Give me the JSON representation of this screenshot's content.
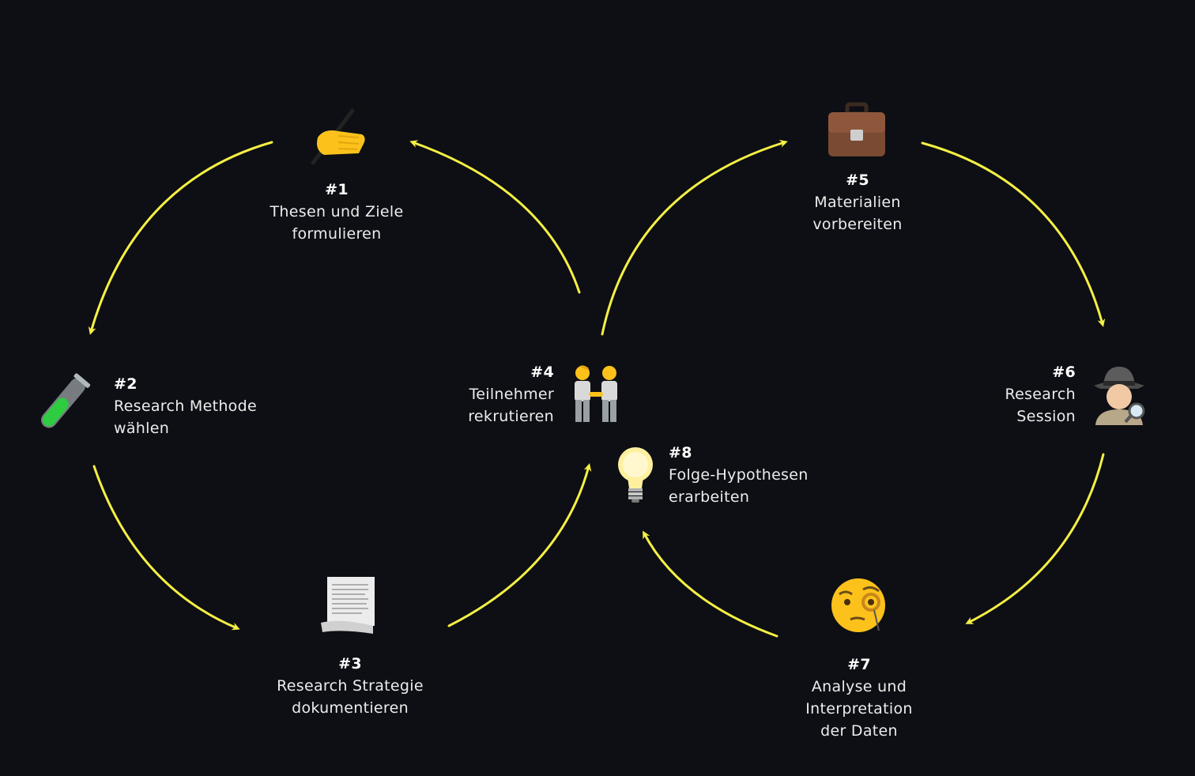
{
  "accent_color": "#f5f044",
  "background_color": "#0d0f14",
  "steps": [
    {
      "num": "#1",
      "lines": [
        "Thesen und Ziele",
        "formulieren"
      ],
      "icon": "writing-hand-icon"
    },
    {
      "num": "#2",
      "lines": [
        "Research Methode",
        "wählen"
      ],
      "icon": "test-tube-icon"
    },
    {
      "num": "#3",
      "lines": [
        "Research Strategie",
        "dokumentieren"
      ],
      "icon": "document-icon"
    },
    {
      "num": "#4",
      "lines": [
        "Teilnehmer",
        "rekrutieren"
      ],
      "icon": "two-people-icon"
    },
    {
      "num": "#5",
      "lines": [
        "Materialien",
        "vorbereiten"
      ],
      "icon": "briefcase-icon"
    },
    {
      "num": "#6",
      "lines": [
        "Research",
        "Session"
      ],
      "icon": "detective-icon"
    },
    {
      "num": "#7",
      "lines": [
        "Analyse und",
        "Interpretation",
        "der Daten"
      ],
      "icon": "monocle-face-icon"
    },
    {
      "num": "#8",
      "lines": [
        "Folge-Hypothesen",
        "erarbeiten"
      ],
      "icon": "light-bulb-icon"
    }
  ]
}
